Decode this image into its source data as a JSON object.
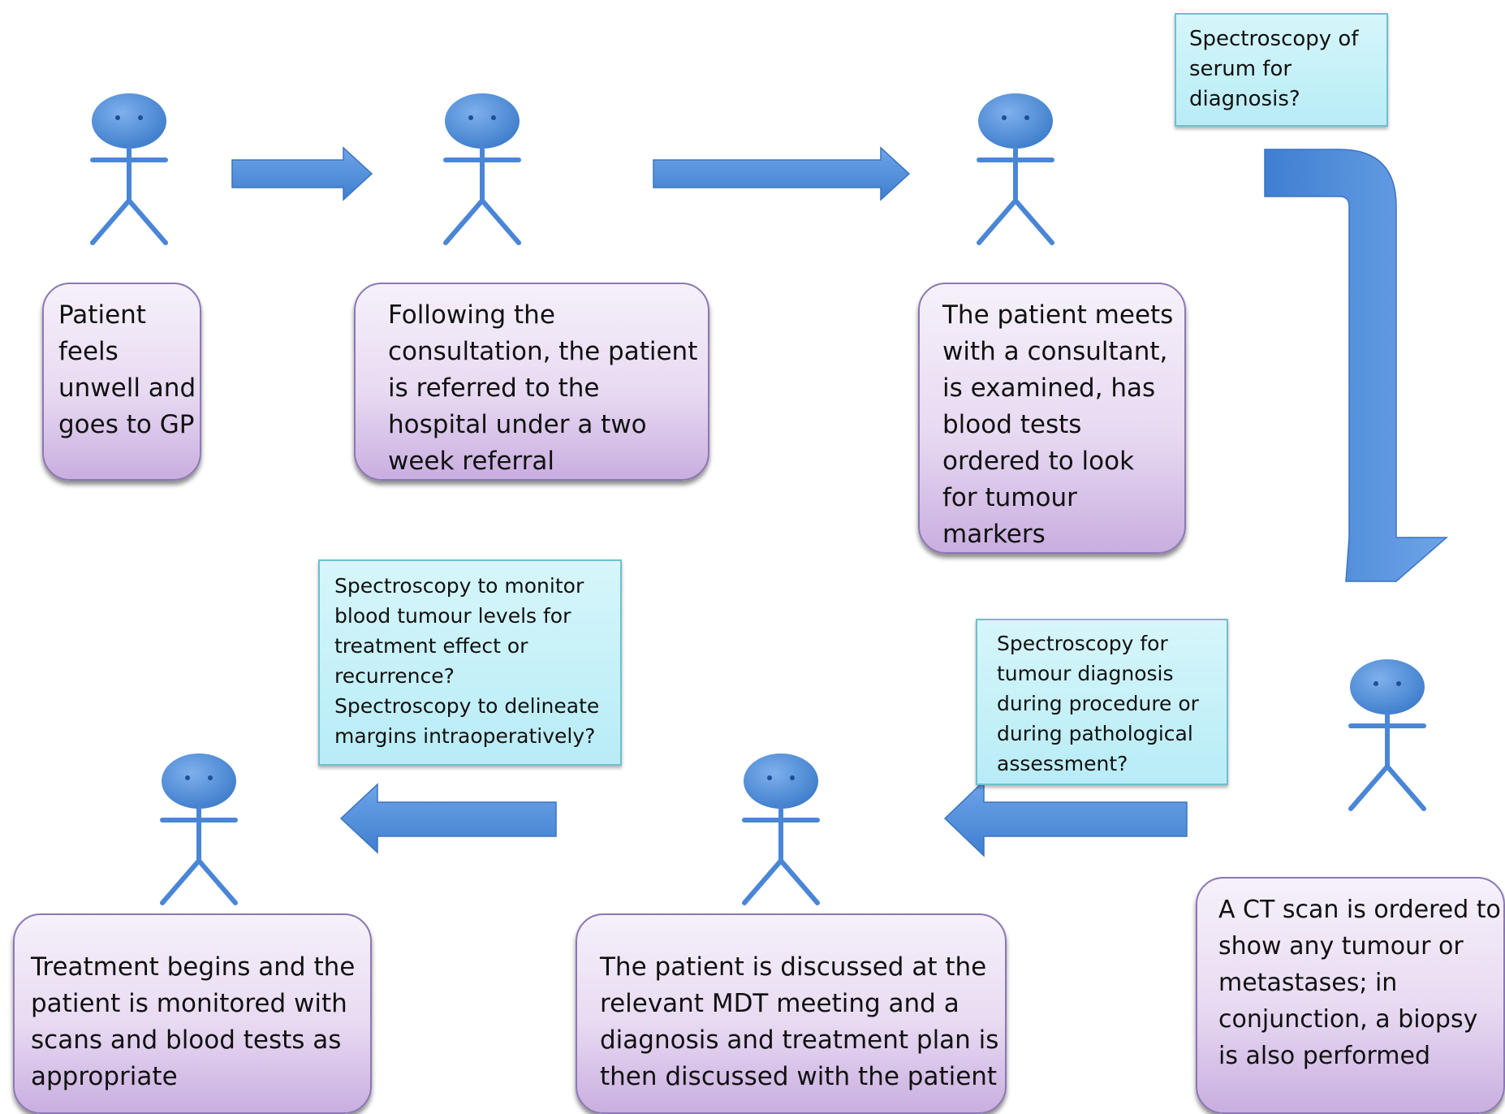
{
  "diagram": {
    "steps": {
      "gp": "Patient\nfeels\nunwell and\ngoes to GP",
      "referral": "Following the\nconsultation, the patient\nis referred to the\nhospital under a two\nweek referral",
      "consultant": "The patient meets\nwith a consultant,\nis examined, has\nblood tests\nordered to look\nfor tumour\nmarkers",
      "ct_scan": "A CT scan is ordered to\nshow any tumour or\nmetastases; in\nconjunction, a biopsy\nis also performed",
      "mdt": "The patient is discussed at the\nrelevant MDT meeting and a\ndiagnosis and treatment plan is\nthen discussed with the patient",
      "treatment": "Treatment begins and the\npatient is monitored with\nscans and blood tests as\nappropriate"
    },
    "notes": {
      "serum": "Spectroscopy of\nserum for\ndiagnosis?",
      "procedure": "Spectroscopy for\ntumour diagnosis\nduring procedure or\nduring pathological\nassessment?",
      "monitor": "Spectroscopy to monitor\nblood tumour levels for\ntreatment effect or\nrecurrence?\nSpectroscopy to delineate\nmargins intraoperatively?"
    },
    "colors": {
      "figure": "#4a86d6",
      "arrow": "#4a86d6",
      "box_border": "#8b78b4",
      "box_fill_top": "#f6f1fa",
      "box_fill_bottom": "#c9aee0",
      "note_border": "#6fbfcf",
      "note_fill": "#c4f0f8"
    },
    "icons": [
      "stick-figure-icon",
      "arrow-right-icon",
      "arrow-left-icon",
      "arrow-bend-down-icon"
    ]
  }
}
